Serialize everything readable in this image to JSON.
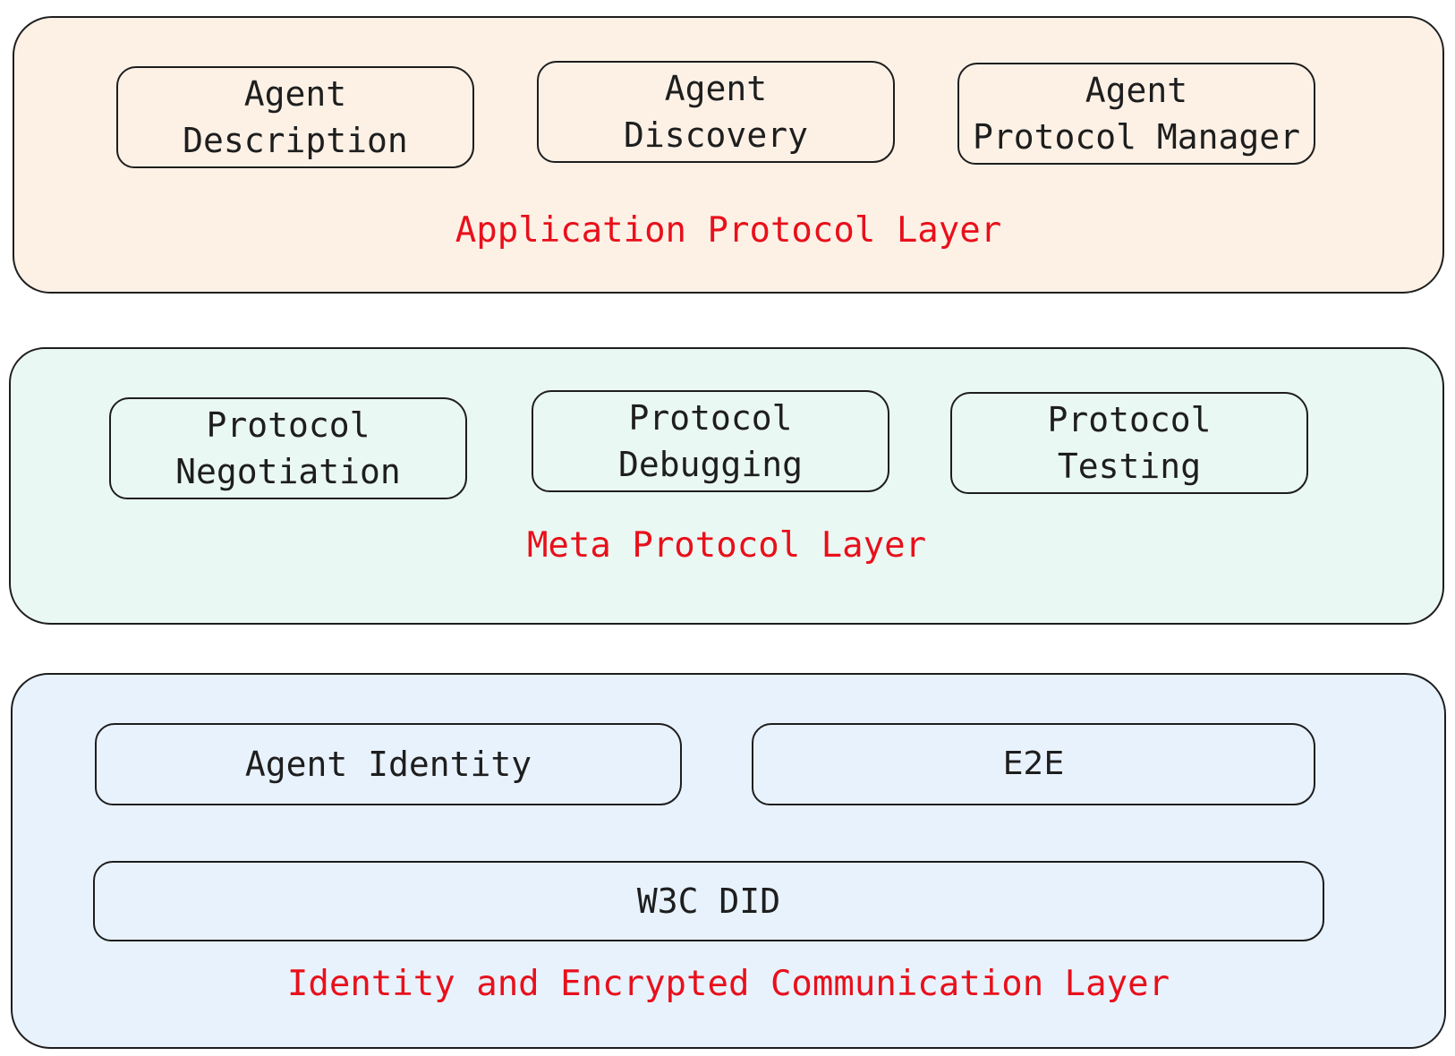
{
  "application_layer": {
    "title": "Application Protocol Layer",
    "boxes": [
      "Agent\nDescription",
      "Agent\nDiscovery",
      "Agent\nProtocol Manager"
    ]
  },
  "meta_layer": {
    "title": "Meta Protocol Layer",
    "boxes": [
      "Protocol\nNegotiation",
      "Protocol\nDebugging",
      "Protocol\nTesting"
    ]
  },
  "identity_layer": {
    "title": "Identity and Encrypted Communication Layer",
    "boxes": [
      "Agent Identity",
      "E2E",
      "W3C DID"
    ]
  },
  "colors": {
    "application_fill": "#fdf1e6",
    "meta_fill": "#eaf8f3",
    "identity_fill": "#e8f2fd",
    "title_text": "#e8101b",
    "stroke": "#1e1e1e"
  }
}
